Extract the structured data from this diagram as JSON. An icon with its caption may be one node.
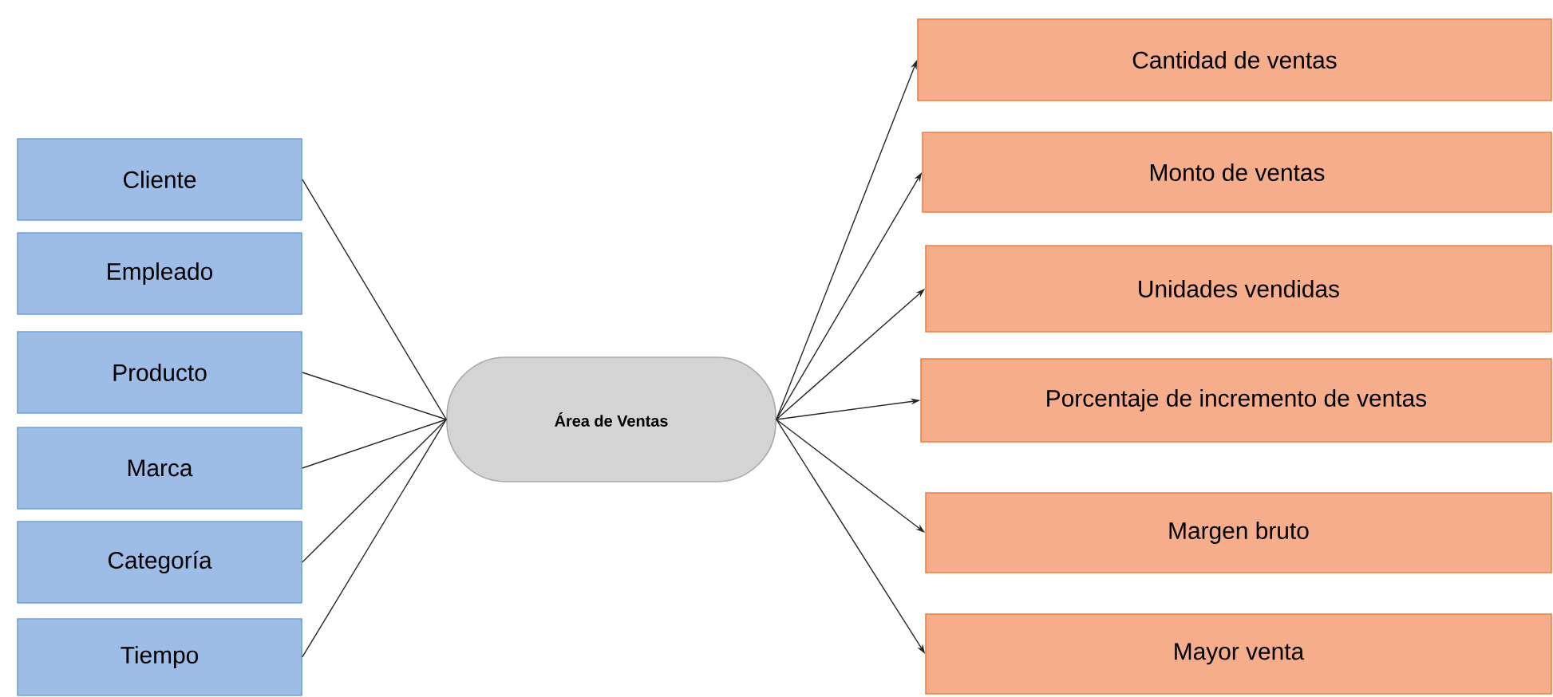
{
  "diagram": {
    "nodes": [
      {
        "text": [
          "Cliente"
        ]
      },
      {
        "text": [
          "Empleado"
        ]
      },
      {
        "text": [
          "Producto"
        ]
      },
      {
        "text": [
          "Marca"
        ]
      },
      {
        "text": [
          "Categoría"
        ]
      },
      {
        "text": [
          "Tiempo"
        ]
      },
      {
        "text": [
          "Área de Ventas"
        ]
      },
      {
        "text": [
          "Cantidad de ventas"
        ]
      },
      {
        "text": [
          "Monto de ventas"
        ]
      },
      {
        "text": [
          "Unidades vendidas"
        ]
      },
      {
        "text": [
          "Porcentaje de incremento de ventas"
        ]
      },
      {
        "text": [
          "Margen bruto"
        ]
      },
      {
        "text": [
          "Mayor venta"
        ]
      }
    ],
    "edges": [
      {
        "from": 0,
        "to": 6,
        "arrow": "none"
      },
      {
        "from": 2,
        "to": 6,
        "arrow": "none"
      },
      {
        "from": 3,
        "to": 6,
        "arrow": "none"
      },
      {
        "from": 4,
        "to": 6,
        "arrow": "none"
      },
      {
        "from": 5,
        "to": 6,
        "arrow": "none"
      },
      {
        "from": 6,
        "to": 7,
        "arrow": "to"
      },
      {
        "from": 6,
        "to": 8,
        "arrow": "to"
      },
      {
        "from": 6,
        "to": 9,
        "arrow": "to"
      },
      {
        "from": 6,
        "to": 10,
        "arrow": "to"
      },
      {
        "from": 6,
        "to": 11,
        "arrow": "to"
      },
      {
        "from": 6,
        "to": 12,
        "arrow": "to"
      }
    ]
  }
}
